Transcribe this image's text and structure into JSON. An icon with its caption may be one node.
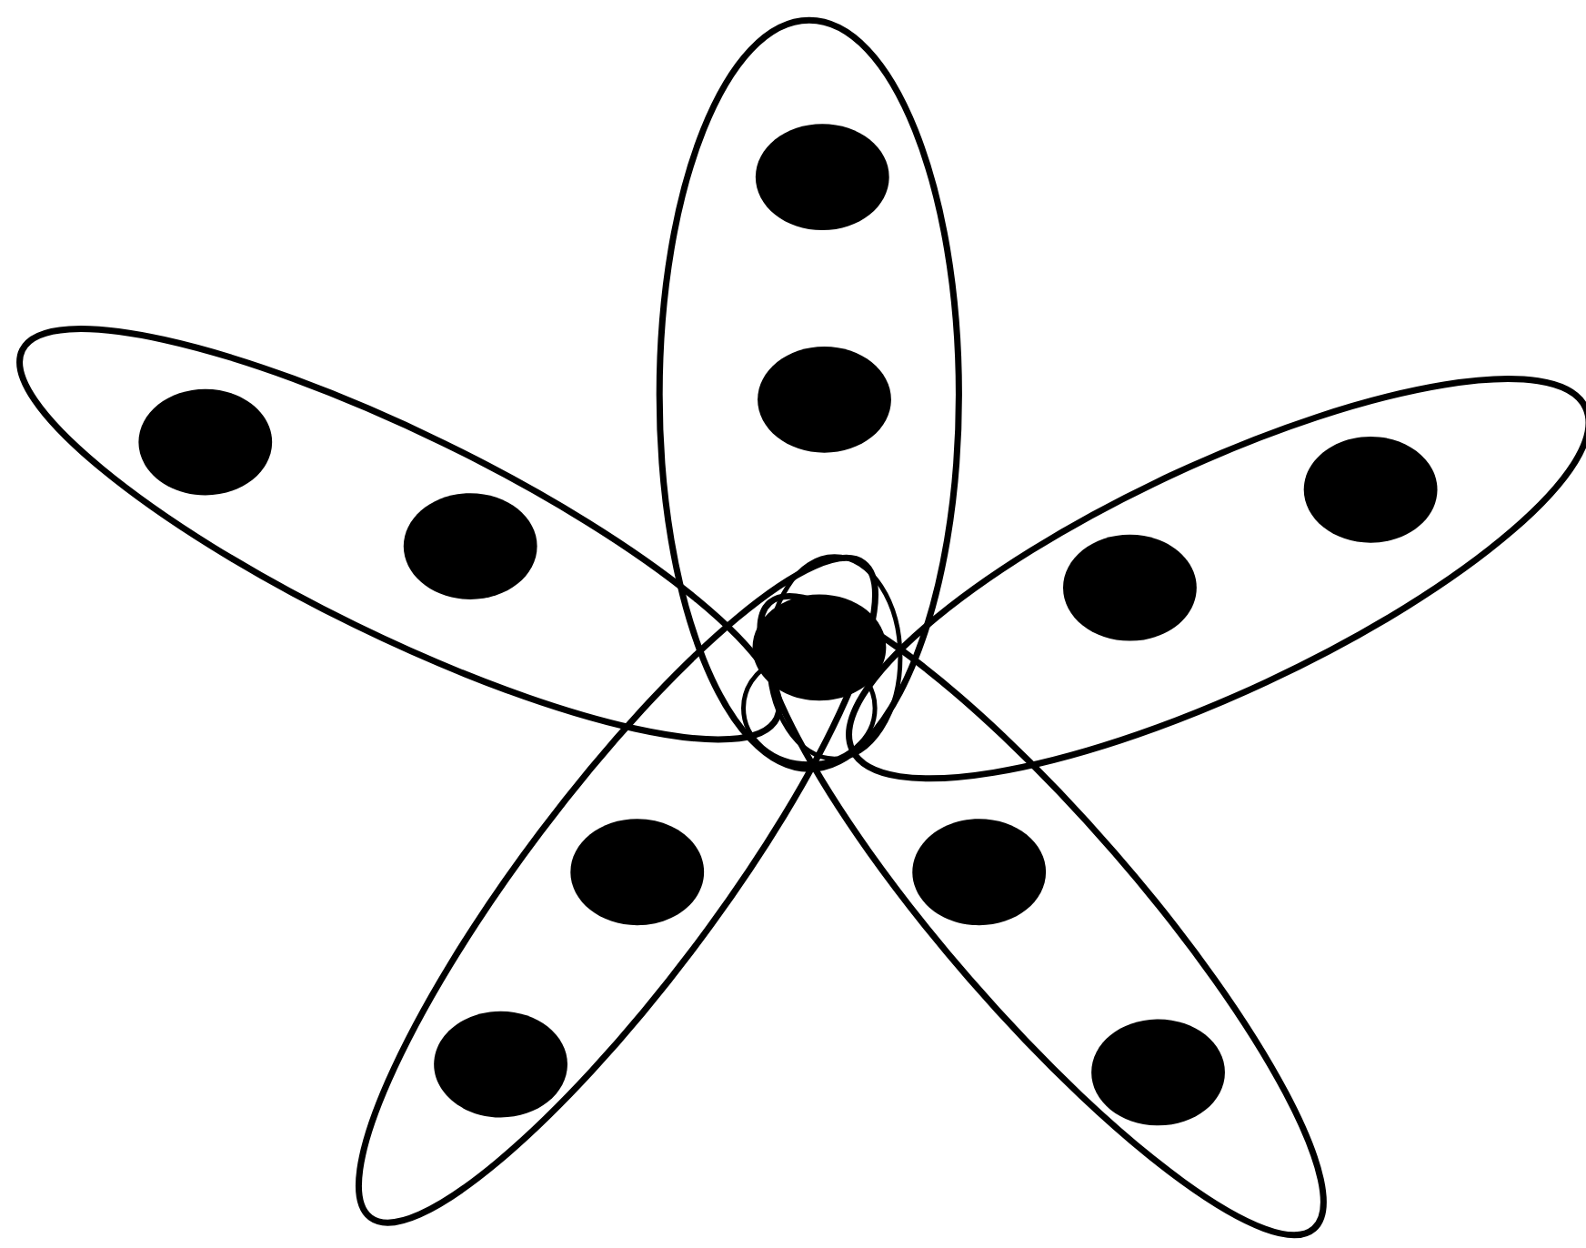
{
  "diagram": {
    "nodes": [
      {
        "text": [],
        "shape": "ellipse"
      },
      {
        "text": [],
        "shape": "dot",
        "in": 0
      },
      {
        "text": [],
        "shape": "dot",
        "in": 0
      },
      {
        "text": [],
        "shape": "ellipse"
      },
      {
        "text": [],
        "shape": "dot",
        "in": 3
      },
      {
        "text": [],
        "shape": "dot",
        "in": 3
      },
      {
        "text": [],
        "shape": "ellipse"
      },
      {
        "text": [],
        "shape": "dot",
        "in": 6
      },
      {
        "text": [],
        "shape": "dot",
        "in": 6
      },
      {
        "text": [],
        "shape": "ellipse"
      },
      {
        "text": [],
        "shape": "dot",
        "in": 9
      },
      {
        "text": [],
        "shape": "dot",
        "in": 9
      },
      {
        "text": [],
        "shape": "ellipse"
      },
      {
        "text": [],
        "shape": "dot",
        "in": 12
      },
      {
        "text": [],
        "shape": "dot",
        "in": 12
      },
      {
        "text": [],
        "shape": "dot"
      }
    ]
  }
}
